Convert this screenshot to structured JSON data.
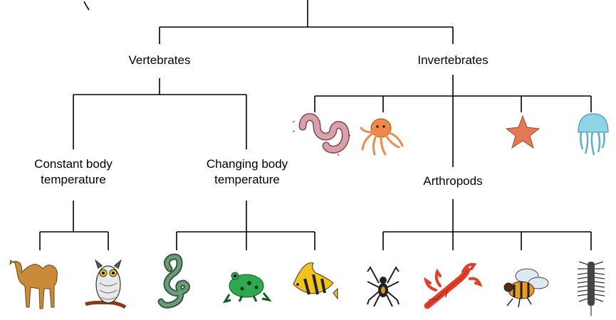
{
  "labels": {
    "vertebrates": "Vertebrates",
    "invertebrates": "Invertebrates",
    "constant_body_temperature": "Constant body\ntemperature",
    "changing_body_temperature": "Changing body\ntemperature",
    "arthropods": "Arthropods"
  },
  "icons": {
    "worm": "worm-icon",
    "octopus": "octopus-icon",
    "starfish": "starfish-icon",
    "jellyfish": "jellyfish-icon",
    "camel": "camel-icon",
    "owl": "owl-icon",
    "snake": "snake-icon",
    "frog": "frog-icon",
    "fish": "fish-icon",
    "spider": "spider-icon",
    "lobster": "lobster-icon",
    "bee": "bee-icon",
    "centipede": "centipede-icon"
  },
  "colors": {
    "line": "#000000",
    "worm": "#d9a0a8",
    "octopus": "#f08a4b",
    "starfish": "#e37a55",
    "jellyfish": "#8fd3e6",
    "camel": "#c98a3a",
    "owl": "#e8e8e8",
    "snake": "#4a7a5a",
    "frog": "#2fa84f",
    "fish": "#f3c21b",
    "spider": "#222222",
    "lobster": "#e0402a",
    "bee": "#e89a2a",
    "centipede": "#444444"
  }
}
